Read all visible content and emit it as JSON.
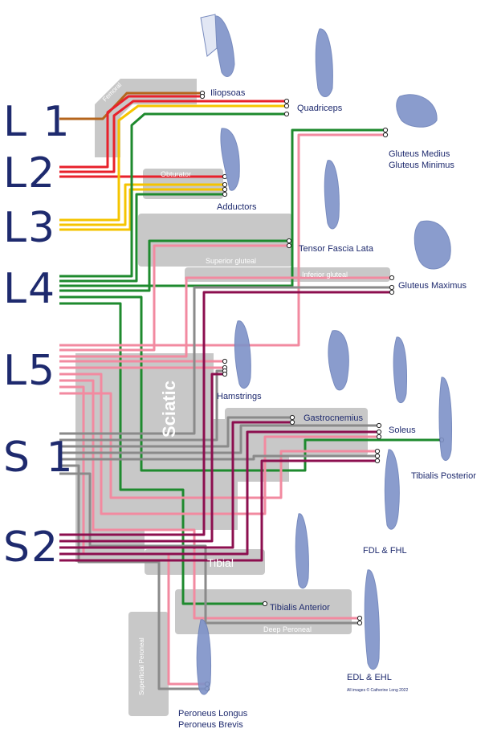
{
  "roots": {
    "l1": "L 1",
    "l2": "L2",
    "l3": "L3",
    "l4": "L4",
    "l5": "L5",
    "s1": "S 1",
    "s2": "S2"
  },
  "nerves": {
    "femoral": "Femoral",
    "obturator": "Obturator",
    "superior_gluteal": "Superior gluteal",
    "inferior_gluteal": "Inferior gluteal",
    "sciatic": "Sciatic",
    "tibial": "Tibial",
    "deep_peroneal": "Deep Peroneal",
    "superficial_peroneal": "Superficial Peroneal"
  },
  "muscles": {
    "iliopsoas": "Iliopsoas",
    "quadriceps": "Quadriceps",
    "gluteus_medius": "Gluteus Medius",
    "gluteus_minimus": "Gluteus Minimus",
    "adductors": "Adductors",
    "tensor_fascia_lata": "Tensor Fascia Lata",
    "gluteus_maximus": "Gluteus Maximus",
    "hamstrings": "Hamstrings",
    "gastrocnemius": "Gastrocnemius",
    "soleus": "Soleus",
    "tibialis_posterior": "Tibialis Posterior",
    "fdl_fhl": "FDL & FHL",
    "tibialis_anterior": "Tibialis Anterior",
    "edl_ehl": "EDL & EHL",
    "peroneus_longus": "Peroneus Longus",
    "peroneus_brevis": "Peroneus Brevis"
  },
  "credit": "All images © Catherine Long 2022",
  "colors": {
    "l1": "#b5651d",
    "l2": "#e8212b",
    "l3": "#f5c400",
    "l4": "#1e8a2e",
    "l5": "#f28aa0",
    "s1": "#8a8a8a",
    "s2": "#8c0f4f",
    "nerve_band": "#c8c8c8",
    "label_text": "#1e2a6e",
    "muscle_fill": "#7e92c8"
  }
}
